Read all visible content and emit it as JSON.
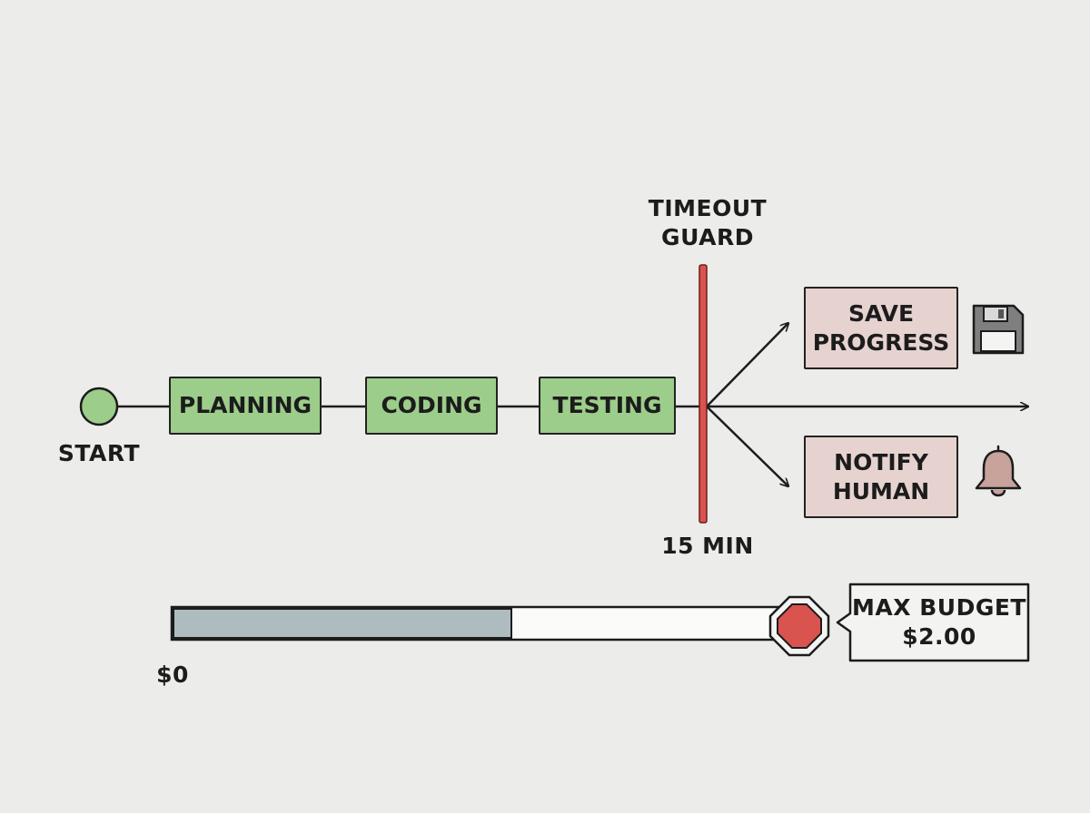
{
  "timeline": {
    "start_label": "START",
    "steps": [
      "PLANNING",
      "CODING",
      "TESTING"
    ]
  },
  "guard": {
    "title_line1": "TIMEOUT",
    "title_line2": "GUARD",
    "limit": "15 MIN"
  },
  "actions": {
    "save_line1": "SAVE",
    "save_line2": "PROGRESS",
    "notify_line1": "NOTIFY",
    "notify_line2": "HUMAN"
  },
  "budget": {
    "min_label": "$0",
    "max_line1": "MAX BUDGET",
    "max_line2": "$2.00",
    "spent_fraction": 0.55
  },
  "icons": [
    "start-node-icon",
    "floppy-disk-icon",
    "bell-icon",
    "stop-sign-icon"
  ],
  "colors": {
    "step_fill": "#9ccd8a",
    "action_fill": "#e6d3cf",
    "guard_line": "#d9534f",
    "budget_fill": "#aebcc0",
    "stop_sign": "#d9534f"
  }
}
